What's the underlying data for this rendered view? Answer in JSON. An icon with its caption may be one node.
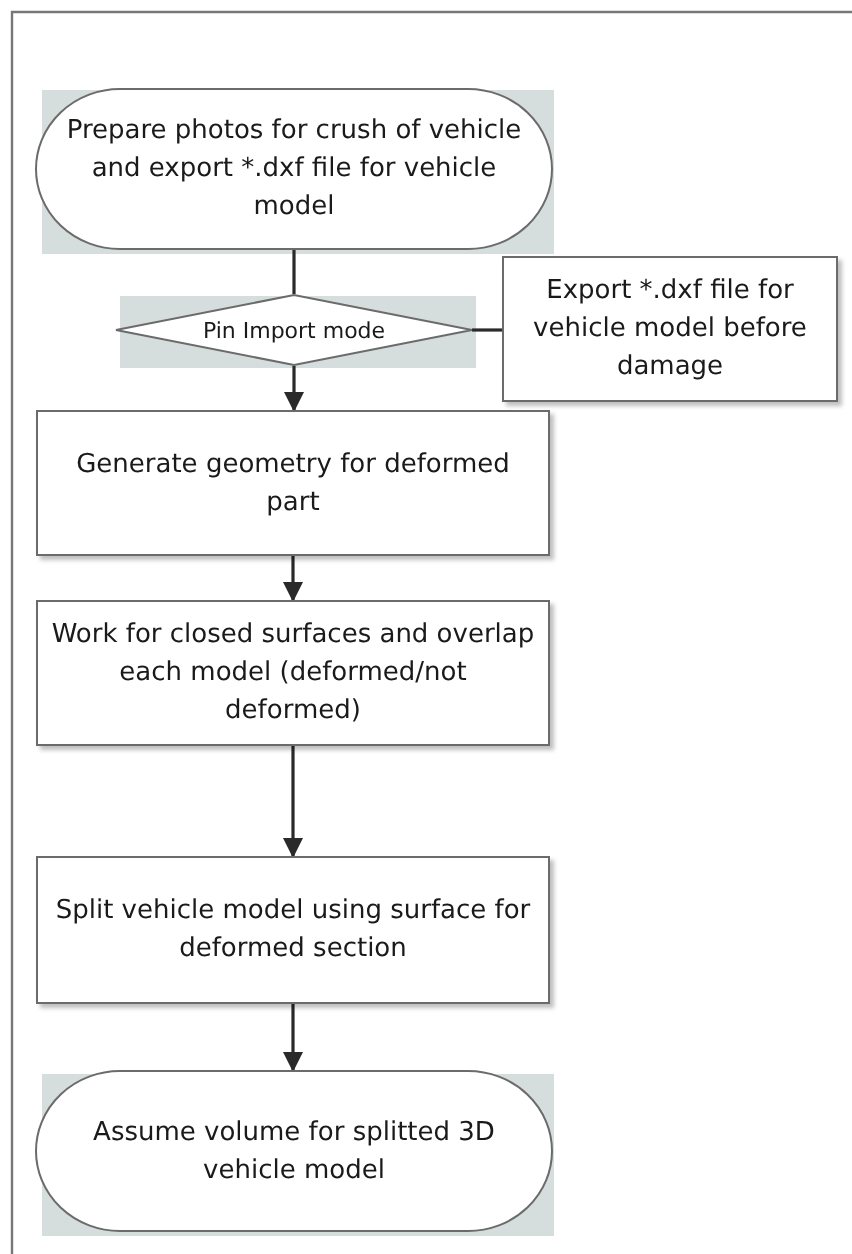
{
  "diagram": {
    "nodes": [
      {
        "text": [
          "Prepare photos for crush of vehicle and export *.dxf file for vehicle model"
        ]
      },
      {
        "text": [
          "Pin Import mode"
        ]
      },
      {
        "text": [
          "Export *.dxf file for vehicle model before damage"
        ]
      },
      {
        "text": [
          "Generate geometry for deformed part"
        ]
      },
      {
        "text": [
          "Work for closed surfaces and overlap each model (deformed/not deformed)"
        ]
      },
      {
        "text": [
          "Split vehicle model using surface for deformed section"
        ]
      },
      {
        "text": [
          "Assume volume for splitted 3D vehicle model"
        ]
      }
    ],
    "edges": [
      {
        "from": 0,
        "to": 1,
        "arrow": "none"
      },
      {
        "from": 2,
        "to": 1,
        "arrow": "none"
      },
      {
        "from": 1,
        "to": 3,
        "arrow": "to"
      },
      {
        "from": 3,
        "to": 4,
        "arrow": "to"
      },
      {
        "from": 4,
        "to": 5,
        "arrow": "to"
      },
      {
        "from": 5,
        "to": 6,
        "arrow": "to"
      }
    ]
  }
}
